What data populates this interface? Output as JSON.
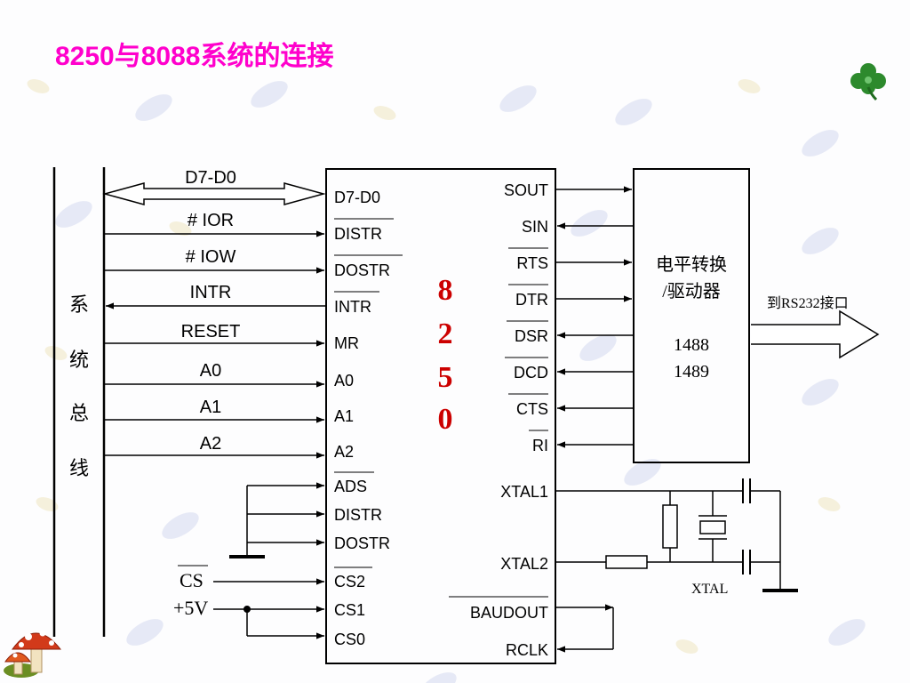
{
  "title": "8250与8088系统的连接",
  "system_bus_label": [
    "系",
    "统",
    "总",
    "线"
  ],
  "bus_signals": [
    "D7-D0",
    "# IOR",
    "# IOW",
    "INTR",
    "RESET",
    "A0",
    "A1",
    "A2"
  ],
  "chip": {
    "name_chars": [
      "8",
      "2",
      "5",
      "0"
    ],
    "left_pins": [
      "D7-D0",
      "DISTR",
      "DOSTR",
      "INTR",
      "MR",
      "A0",
      "A1",
      "A2",
      "ADS",
      "DISTR",
      "DOSTR",
      "CS2",
      "CS1",
      "CS0"
    ],
    "right_pins": [
      "SOUT",
      "SIN",
      "RTS",
      "DTR",
      "DSR",
      "DCD",
      "CTS",
      "RI",
      "XTAL1",
      "XTAL2",
      "BAUDOUT",
      "RCLK"
    ]
  },
  "driver": {
    "line1": "电平转换",
    "line2": "/驱动器",
    "part1": "1488",
    "part2": "1489"
  },
  "rs232_label": "到RS232接口",
  "cs_label": "CS",
  "vcc_label": "+5V",
  "xtal_label": "XTAL",
  "colors": {
    "title": "#ff00cc",
    "chip_name": "#cc0000",
    "line": "#000000"
  }
}
